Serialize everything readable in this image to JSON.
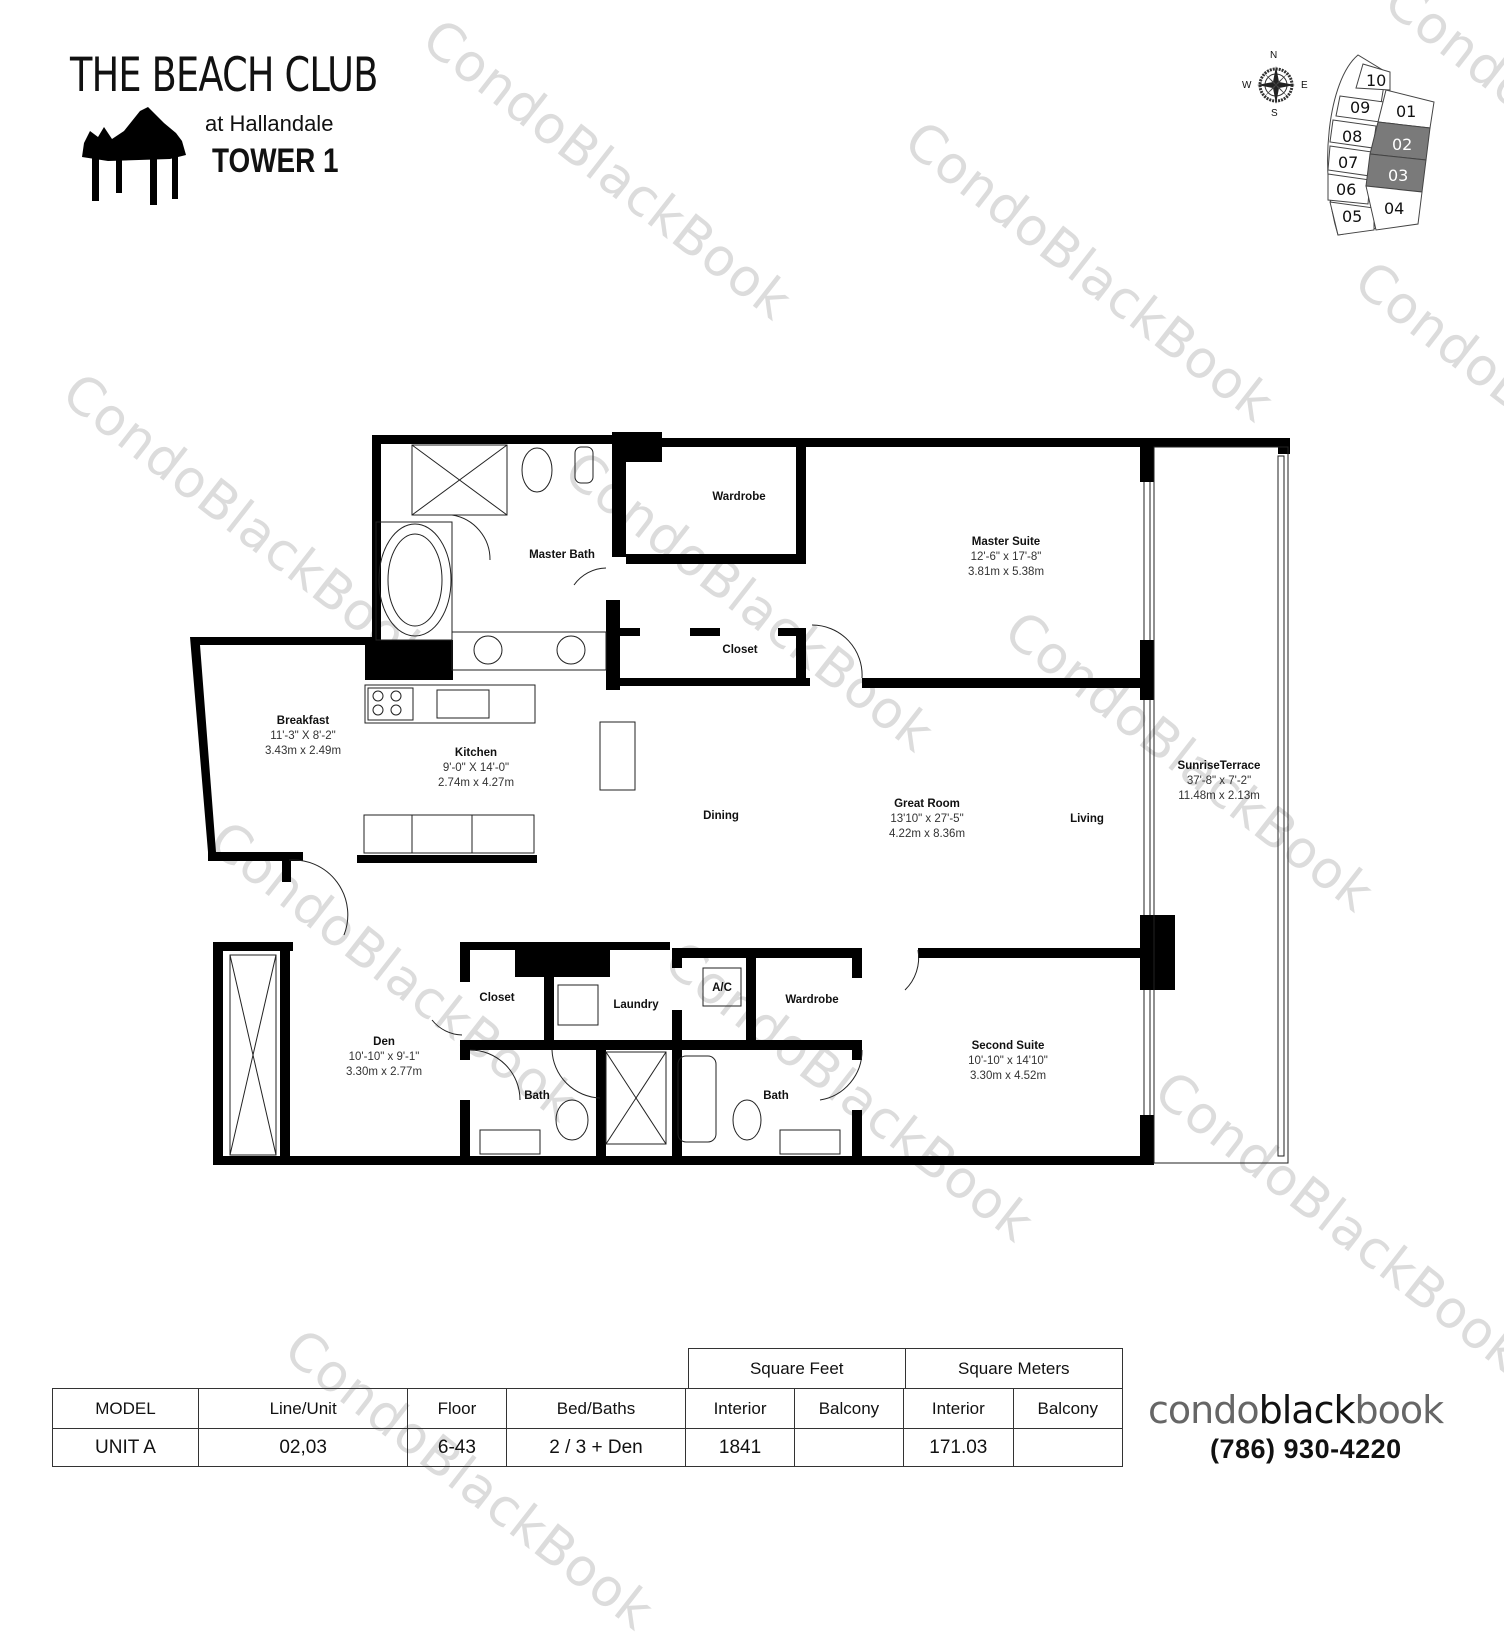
{
  "header": {
    "title": "THE BEACH CLUB",
    "subtitle": "at Hallandale",
    "tower": "TOWER 1"
  },
  "watermark": "CondoBlackBook",
  "compass": {
    "n": "N",
    "s": "S",
    "e": "E",
    "w": "W"
  },
  "key_plan": {
    "units": [
      "10",
      "09",
      "08",
      "07",
      "06",
      "05",
      "01",
      "02",
      "03",
      "04"
    ],
    "highlighted": [
      "02",
      "03"
    ],
    "highlight_color": "#7a7a7a"
  },
  "rooms": {
    "master_bath": {
      "name": "Master Bath"
    },
    "wardrobe_master": {
      "name": "Wardrobe"
    },
    "master_suite": {
      "name": "Master Suite",
      "dim_ft": "12'-6\" x 17'-8\"",
      "dim_m": "3.81m x 5.38m"
    },
    "closet_master": {
      "name": "Closet"
    },
    "breakfast": {
      "name": "Breakfast",
      "dim_ft": "11'-3\" X 8'-2\"",
      "dim_m": "3.43m x 2.49m"
    },
    "kitchen": {
      "name": "Kitchen",
      "dim_ft": "9'-0\" X 14'-0\"",
      "dim_m": "2.74m x 4.27m"
    },
    "dining": {
      "name": "Dining"
    },
    "great_room": {
      "name": "Great Room",
      "dim_ft": "13'10\" x 27'-5\"",
      "dim_m": "4.22m x 8.36m"
    },
    "living": {
      "name": "Living"
    },
    "terrace": {
      "name": "SunriseTerrace",
      "dim_ft": "37'-8\" x 7'-2\"",
      "dim_m": "11.48m x 2.13m"
    },
    "closet_den": {
      "name": "Closet"
    },
    "laundry": {
      "name": "Laundry"
    },
    "ac": {
      "name": "A/C"
    },
    "wardrobe_second": {
      "name": "Wardrobe"
    },
    "den": {
      "name": "Den",
      "dim_ft": "10'-10\" x 9'-1\"",
      "dim_m": "3.30m x 2.77m"
    },
    "bath_1": {
      "name": "Bath"
    },
    "bath_2": {
      "name": "Bath"
    },
    "second_suite": {
      "name": "Second Suite",
      "dim_ft": "10'-10\" x 14'10\"",
      "dim_m": "3.30m x 4.52m"
    }
  },
  "spec_table": {
    "group_headers": {
      "sqft": "Square Feet",
      "sqm": "Square Meters"
    },
    "headers": [
      "MODEL",
      "Line/Unit",
      "Floor",
      "Bed/Baths",
      "Interior",
      "Balcony",
      "Interior",
      "Balcony"
    ],
    "row": [
      "UNIT A",
      "02,03",
      "6-43",
      "2 / 3 + Den",
      "1841",
      "",
      "171.03",
      ""
    ]
  },
  "brand": {
    "part1": "condo",
    "part2": "black",
    "part3": "book",
    "phone": "(786) 930-4220"
  }
}
